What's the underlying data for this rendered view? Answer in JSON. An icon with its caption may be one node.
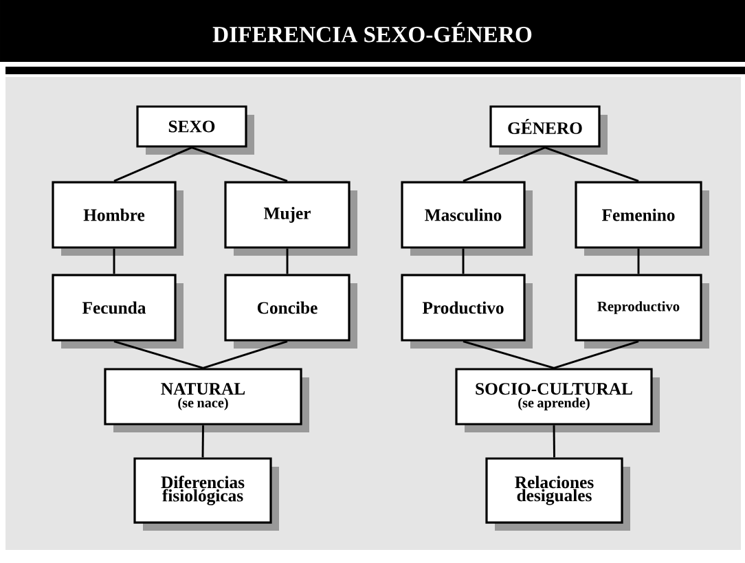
{
  "diagram": {
    "title": "DIFERENCIA  SEXO-GÉNERO",
    "nodes": [
      {
        "text": [
          "SEXO"
        ]
      },
      {
        "text": [
          "Hombre"
        ]
      },
      {
        "text": [
          "Mujer"
        ]
      },
      {
        "text": [
          "Fecunda"
        ]
      },
      {
        "text": [
          "Concibe"
        ]
      },
      {
        "text": [
          "NATURAL",
          "(se nace)"
        ]
      },
      {
        "text": [
          "Diferencias fisiológicas"
        ]
      },
      {
        "text": [
          "GÉNERO"
        ]
      },
      {
        "text": [
          "Masculino"
        ]
      },
      {
        "text": [
          "Femenino"
        ]
      },
      {
        "text": [
          "Productivo"
        ]
      },
      {
        "text": [
          "Reproductivo"
        ]
      },
      {
        "text": [
          "SOCIO-CULTURAL",
          "(se aprende)"
        ]
      },
      {
        "text": [
          "Relaciones desiguales"
        ]
      }
    ],
    "edges": [
      {
        "from": 0,
        "to": 1,
        "arrow": "none"
      },
      {
        "from": 0,
        "to": 2,
        "arrow": "none"
      },
      {
        "from": 1,
        "to": 3,
        "arrow": "none"
      },
      {
        "from": 2,
        "to": 4,
        "arrow": "none"
      },
      {
        "from": 3,
        "to": 5,
        "arrow": "none"
      },
      {
        "from": 4,
        "to": 5,
        "arrow": "none"
      },
      {
        "from": 5,
        "to": 6,
        "arrow": "none"
      },
      {
        "from": 7,
        "to": 8,
        "arrow": "none"
      },
      {
        "from": 7,
        "to": 9,
        "arrow": "none"
      },
      {
        "from": 8,
        "to": 10,
        "arrow": "none"
      },
      {
        "from": 9,
        "to": 11,
        "arrow": "none"
      },
      {
        "from": 10,
        "to": 12,
        "arrow": "none"
      },
      {
        "from": 11,
        "to": 12,
        "arrow": "none"
      },
      {
        "from": 12,
        "to": 13,
        "arrow": "none"
      }
    ]
  }
}
